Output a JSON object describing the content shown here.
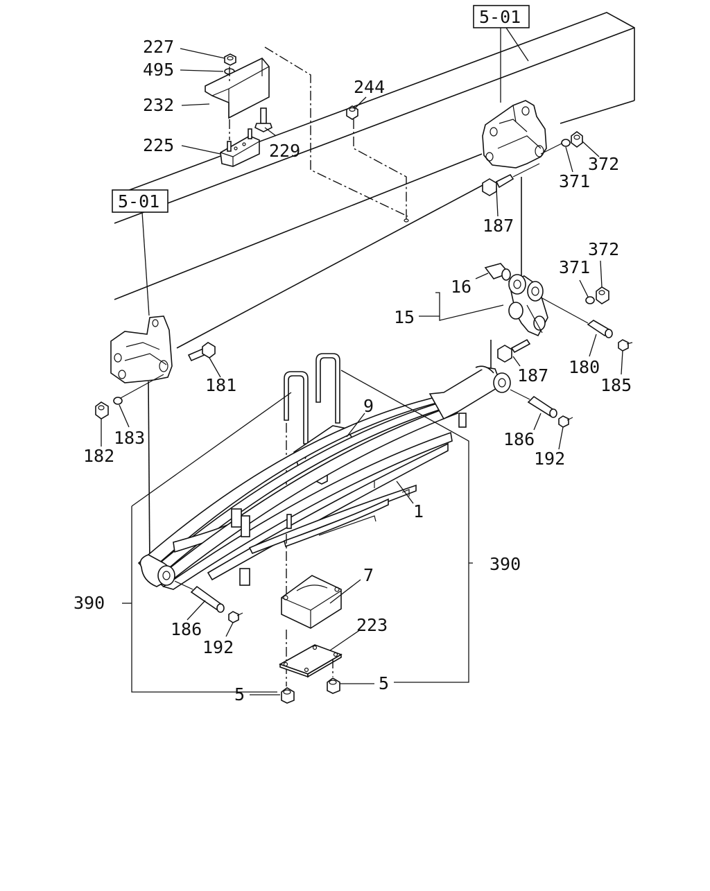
{
  "diagram": {
    "refs": {
      "frame_left": "5-01",
      "frame_right": "5-01"
    },
    "labels": {
      "p227": "227",
      "p495": "495",
      "p232": "232",
      "p225": "225",
      "p229": "229",
      "p244": "244",
      "p371a": "371",
      "p372a": "372",
      "p187a": "187",
      "p372b": "372",
      "p371b": "371",
      "p16": "16",
      "p15": "15",
      "p187b": "187",
      "p180": "180",
      "p185": "185",
      "p181": "181",
      "p183": "183",
      "p182": "182",
      "p9": "9",
      "p186a": "186",
      "p192a": "192",
      "p1": "1",
      "p390a": "390",
      "p390b": "390",
      "p7": "7",
      "p186b": "186",
      "p192b": "192",
      "p223": "223",
      "p5a": "5",
      "p5b": "5"
    }
  }
}
